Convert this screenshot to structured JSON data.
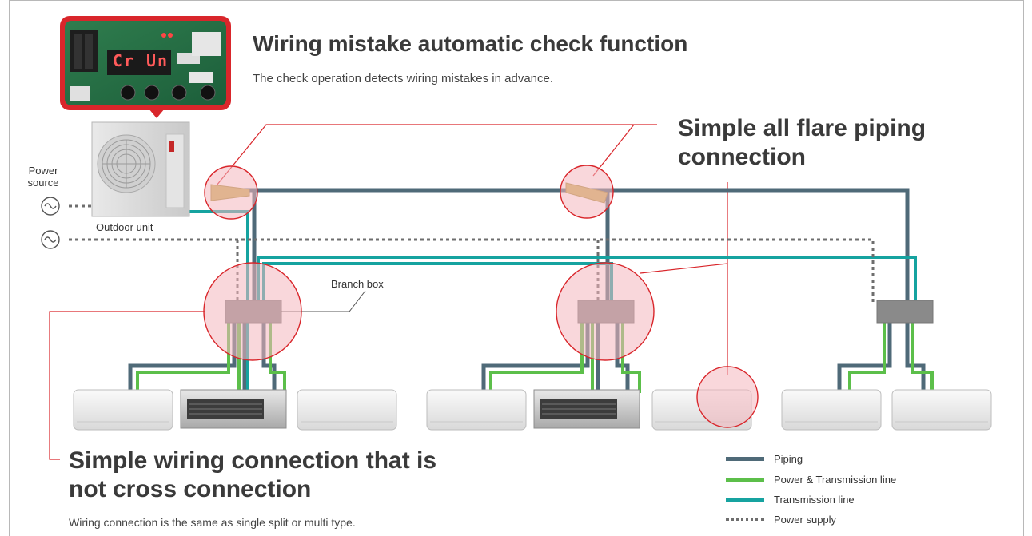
{
  "title": "Wiring mistake automatic check function",
  "title_sub": "The check operation detects wiring mistakes in advance.",
  "display_readout": "Cr Un",
  "flare": {
    "line1": "Simple all flare piping",
    "line2": "connection"
  },
  "wiring": {
    "line1": "Simple wiring connection that is",
    "line2": "not cross connection",
    "sub": "Wiring connection is the same as single split or multi type."
  },
  "labels": {
    "power_source_1": "Power",
    "power_source_2": "source",
    "outdoor_unit": "Outdoor unit",
    "branch_box": "Branch box"
  },
  "legend": [
    {
      "label": "Piping",
      "color": "#4f6a78",
      "style": "solid"
    },
    {
      "label": "Power & Transmission line",
      "color": "#5cbf4a",
      "style": "solid"
    },
    {
      "label": "Transmission line",
      "color": "#16a3a0",
      "style": "solid"
    },
    {
      "label": "Power supply",
      "color": "#6e6e6e",
      "style": "dotted"
    }
  ],
  "colors": {
    "piping": "#4f6a78",
    "power_trans": "#5cbf4a",
    "transmission": "#16a3a0",
    "power_supply": "#6e6e6e",
    "highlight_red": "#d9262b",
    "highlight_fill": "#f4b6bd"
  }
}
